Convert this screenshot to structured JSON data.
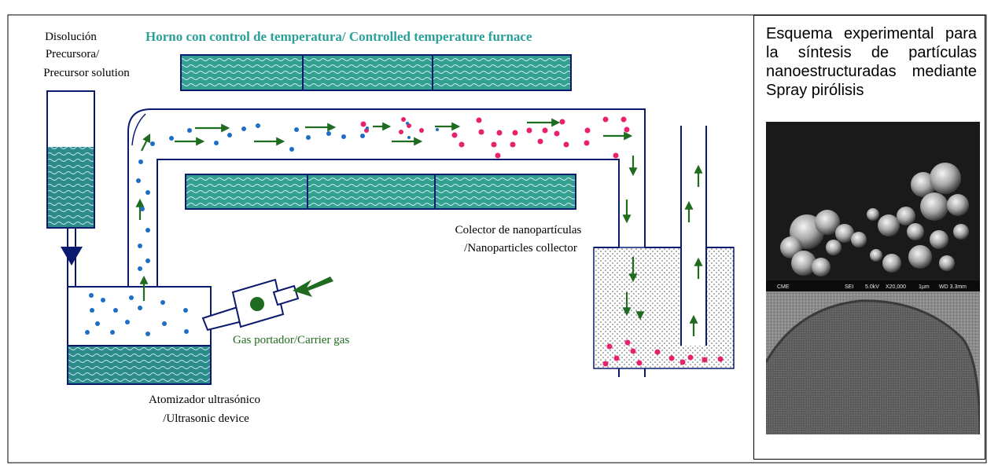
{
  "diagram": {
    "labels": {
      "precursor": [
        "Disolución",
        "Precursora/",
        "Precursor solution"
      ],
      "furnace": "Horno con control de temperatura/ Controlled temperature furnace",
      "collector": [
        "Colector de nanopartículas",
        "/Nanoparticles collector"
      ],
      "carrier_gas": "Gas portador/Carrier gas",
      "atomizer": [
        "Atomizador ultrasónico",
        "/Ultrasonic device"
      ]
    },
    "colors": {
      "liquid": "#2e8b8b",
      "furnace": "#2e9e8e",
      "arrow": "#1f6b1f",
      "precursor_particle": "#1e6ec8",
      "nanoparticle": "#e8206e",
      "furnace_label": "#2aa198",
      "outline": "#0a1a6e"
    }
  },
  "side_panel": {
    "caption": "Esquema experimental para la síntesis de partículas nanoestructuradas mediante Spray pirólisis",
    "sem_footer": [
      "CME",
      "SEI",
      "5.0kV",
      "X20,000",
      "1µm",
      "WD 3.3mm"
    ]
  }
}
